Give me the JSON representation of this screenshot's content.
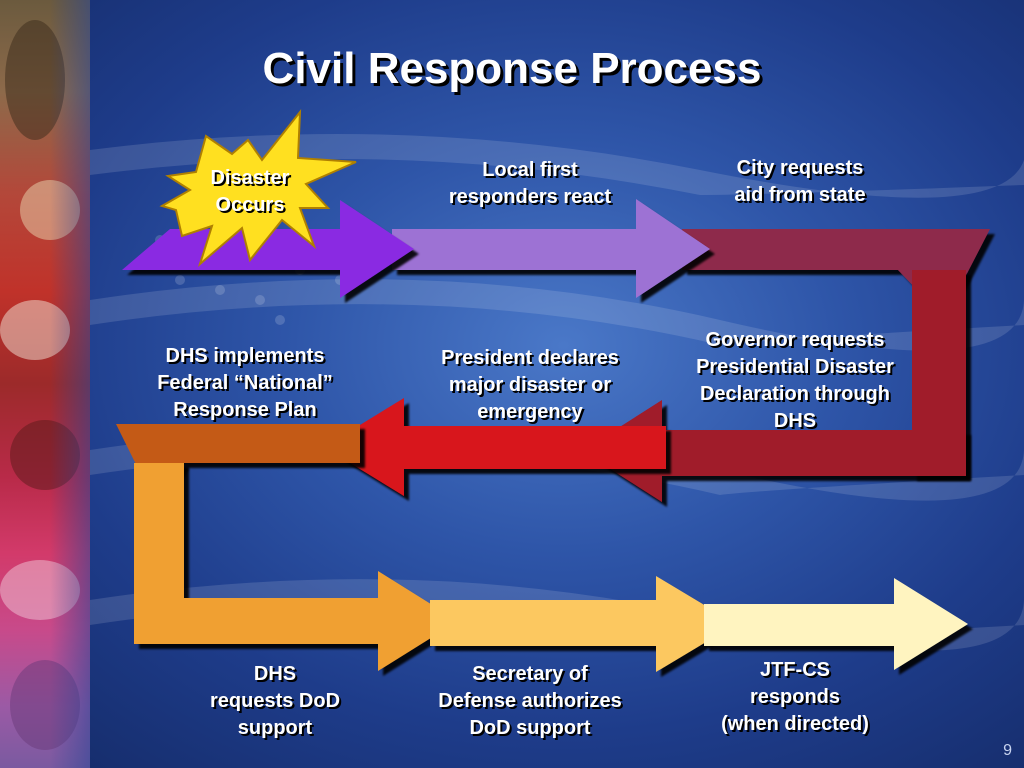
{
  "title": "Civil Response Process",
  "page_number": "9",
  "steps": [
    {
      "lines": [
        "Disaster",
        "Occurs"
      ],
      "color": "#8a2be2"
    },
    {
      "lines": [
        "Local first",
        "responders react"
      ],
      "color": "#9d72d4"
    },
    {
      "lines": [
        "City requests",
        "aid from state"
      ],
      "color": "#8e2a4c"
    },
    {
      "lines": [
        "Governor requests",
        "Presidential Disaster",
        "Declaration through",
        "DHS"
      ],
      "color": "#a01a2a"
    },
    {
      "lines": [
        "President declares",
        "major disaster or",
        "emergency"
      ],
      "color": "#d8141c"
    },
    {
      "lines": [
        "DHS  implements",
        "Federal “National”",
        "Response Plan"
      ],
      "color": "#c45a14"
    },
    {
      "lines": [
        "DHS",
        "requests DoD",
        "support"
      ],
      "color": "#f0a030"
    },
    {
      "lines": [
        "Secretary of",
        "Defense authorizes",
        "DoD support"
      ],
      "color": "#fcc860"
    },
    {
      "lines": [
        "JTF-CS",
        "responds",
        "(when directed)"
      ],
      "color": "#fff4c0"
    }
  ],
  "star_color": "#ffe020"
}
